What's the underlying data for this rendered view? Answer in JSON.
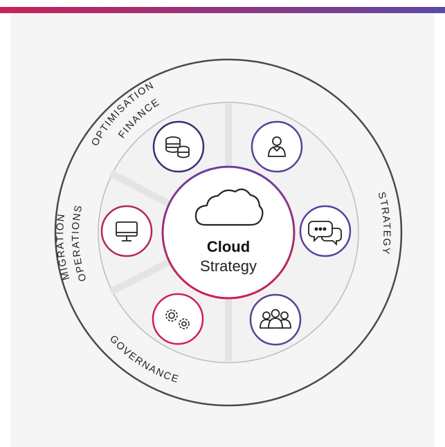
{
  "colors": {
    "top_bar_start": "#c8235a",
    "top_bar_end": "#5b4aa3",
    "panel_bg": "#f5f5f5",
    "outer_ring": "#4a4a4a",
    "center_gradient_top": "#6a3fa0",
    "center_gradient_bottom": "#d11f4f"
  },
  "center": {
    "icon": "cloud-icon",
    "title": "Cloud",
    "subtitle": "Strategy"
  },
  "ring_labels": {
    "optimisation": "OPTIMISATION",
    "finance": "FINANCE",
    "migration": "MIGRATION",
    "operations": "OPERATIONS",
    "strategy": "STRATEGY",
    "governance": "GOVERNANCE"
  },
  "nodes": [
    {
      "icon": "coins-icon",
      "color": "#3a2e6e"
    },
    {
      "icon": "person-icon",
      "color": "#5a3f9a"
    },
    {
      "icon": "chat-bubbles-icon",
      "color": "#5a3f9a"
    },
    {
      "icon": "team-icon",
      "color": "#5a3f9a"
    },
    {
      "icon": "gears-icon",
      "color": "#d11f4f"
    },
    {
      "icon": "monitor-icon",
      "color": "#b32560"
    }
  ]
}
